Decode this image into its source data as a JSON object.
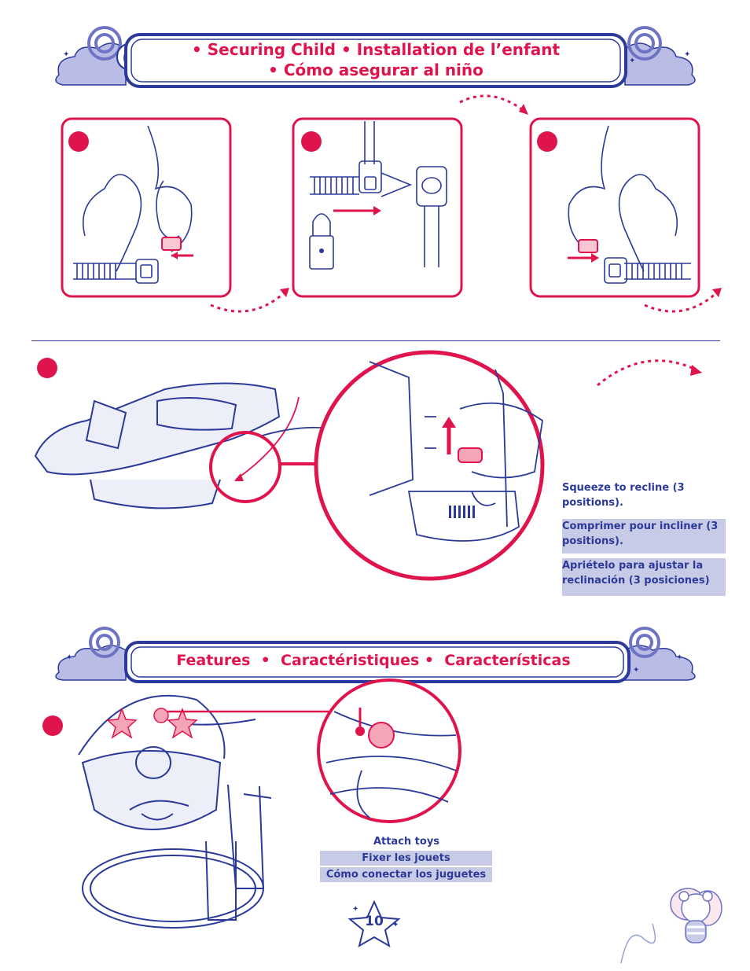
{
  "header_top": {
    "line1": "• Securing Child • Installation de l’enfant",
    "line2": "• Cómo asegurar al niño"
  },
  "recline": {
    "en": "Squeeze to recline (3 positions).",
    "fr": "Comprimer pour incliner (3 positions).",
    "es": "Apriételo para ajustar la reclinación (3 posiciones)"
  },
  "header_features": {
    "title": "Features  •  Caractéristiques •  Características"
  },
  "toys": {
    "en": "Attach toys",
    "fr": "Fixer les jouets",
    "es": "Cómo conectar los juguetes"
  },
  "page_number": "10",
  "colors": {
    "accent": "#e0144c",
    "navy": "#2b3a9a",
    "highlight": "#c8cbe6",
    "cloud": "#b9bde6"
  }
}
